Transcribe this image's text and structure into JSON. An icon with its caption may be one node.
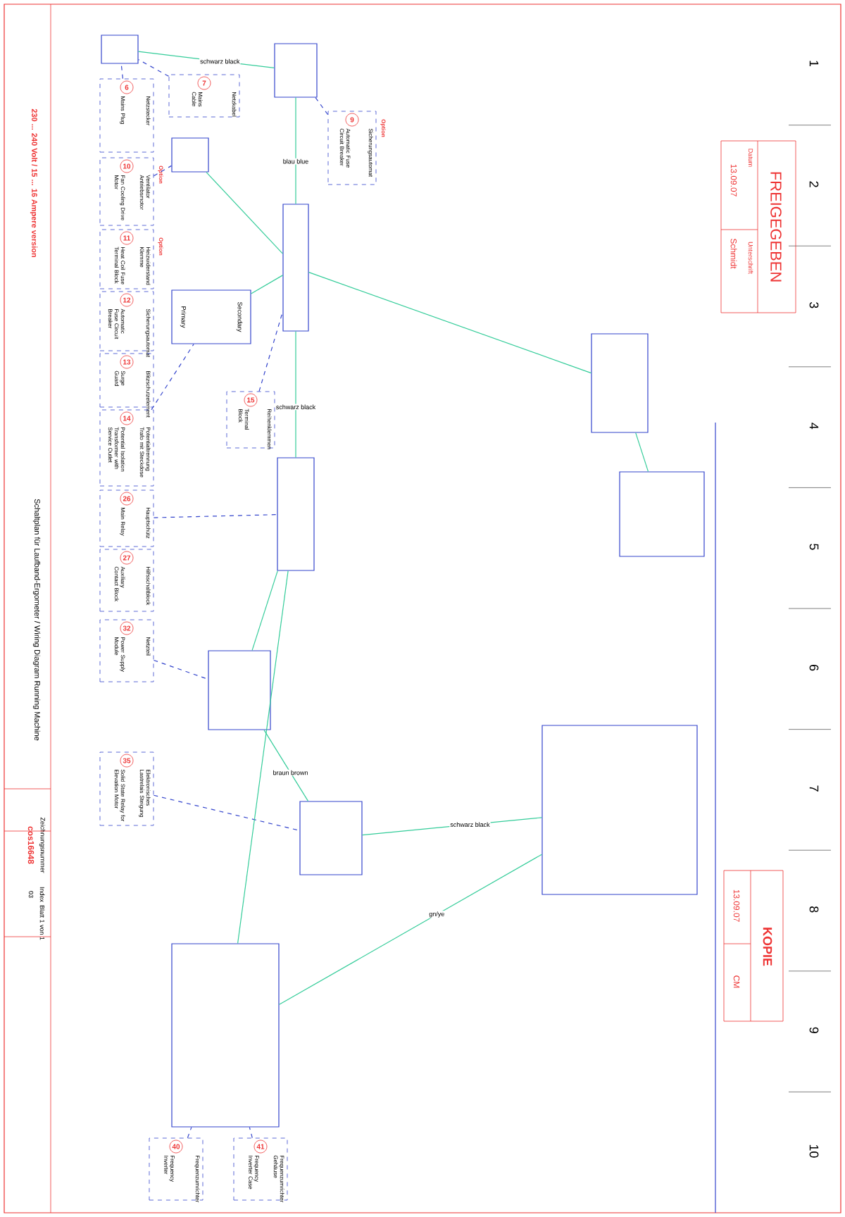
{
  "diagram": {
    "title": "Schaltplan für Laufband-Ergometer / Wiring Diagram Running Machine",
    "nodes": [
      {
        "text": [
          "6",
          "Netzstecker",
          "Mains Plug"
        ]
      },
      {
        "text": [
          "7",
          "Netzkabel",
          "Mains Cable"
        ]
      },
      {
        "text": [
          "9",
          "Sicherungsautomat",
          "Automatic Fuse Circuit Breaker"
        ]
      },
      {
        "text": [
          "10",
          "Ventilator Antriebsmotor",
          "Fan Cooling Drive Motor"
        ]
      },
      {
        "text": [
          "11",
          "Heizwiderstand Klemme",
          "Heat Coil Fuse Terminal Block"
        ]
      },
      {
        "text": [
          "12",
          "Sicherungsautomat",
          "Automatic Fuse Circuit Breaker"
        ]
      },
      {
        "text": [
          "13",
          "Blitzschutzelement",
          "Surge Guard"
        ]
      },
      {
        "text": [
          "14",
          "Potentialtrennung Trafo mit Steckdose",
          "Potential Isolation Transformer with Service Outlet"
        ]
      },
      {
        "text": [
          "15",
          "Reihenklemmen",
          "Terminal Block"
        ]
      },
      {
        "text": [
          "26",
          "Hauptschütz",
          "Main Relay"
        ]
      },
      {
        "text": [
          "27",
          "Hilfsschaltblock",
          "Auxiliary Contact Block"
        ]
      },
      {
        "text": [
          "32",
          "Netzteil",
          "Power Supply Module"
        ]
      },
      {
        "text": [
          "35",
          "Elektronisches Lastrelais Steigung",
          "Solid State Relay for Elevation Motor"
        ]
      },
      {
        "text": [
          "40",
          "Frequenzumrichter",
          "Frequency Inverter"
        ]
      },
      {
        "text": [
          "41",
          "Frequenzumrichter Gehäuse",
          "Frequency Inverter Case"
        ]
      },
      {
        "text": [],
        "shape": "box"
      },
      {
        "text": [],
        "shape": "box"
      },
      {
        "text": [],
        "shape": "box"
      },
      {
        "text": [],
        "shape": "box"
      },
      {
        "text": [
          "Secondary",
          "Primary"
        ]
      },
      {
        "text": [],
        "shape": "box"
      },
      {
        "text": [],
        "shape": "box"
      },
      {
        "text": [],
        "shape": "box"
      },
      {
        "text": [],
        "shape": "box"
      },
      {
        "text": [],
        "shape": "box"
      },
      {
        "text": [],
        "shape": "box"
      },
      {
        "text": [],
        "shape": "box"
      }
    ],
    "edges": [
      {
        "from": 0,
        "to": 15,
        "arrow": "none",
        "style": "dashed",
        "color": "#3344cc"
      },
      {
        "from": 1,
        "to": 15,
        "arrow": "none",
        "style": "dashed",
        "color": "#3344cc"
      },
      {
        "from": 2,
        "to": 16,
        "arrow": "none",
        "style": "dashed",
        "color": "#3344cc"
      },
      {
        "from": 3,
        "to": 18,
        "arrow": "none",
        "style": "dashed",
        "color": "#3344cc"
      },
      {
        "from": 7,
        "to": 19,
        "arrow": "none",
        "style": "dashed",
        "color": "#3344cc"
      },
      {
        "from": 8,
        "to": 17,
        "arrow": "none",
        "style": "dashed",
        "color": "#3344cc"
      },
      {
        "from": 9,
        "to": 20,
        "arrow": "none",
        "style": "dashed",
        "color": "#3344cc"
      },
      {
        "from": 11,
        "to": 21,
        "arrow": "none",
        "style": "dashed",
        "color": "#3344cc"
      },
      {
        "from": 12,
        "to": 22,
        "arrow": "none",
        "style": "dashed",
        "color": "#3344cc"
      },
      {
        "from": 13,
        "to": 23,
        "arrow": "none",
        "style": "dashed",
        "color": "#3344cc"
      },
      {
        "from": 14,
        "to": 23,
        "arrow": "none",
        "style": "dashed",
        "color": "#3344cc"
      },
      {
        "from": 15,
        "to": 16,
        "arrow": "none",
        "label": "schwarz black"
      },
      {
        "from": 16,
        "to": 17,
        "arrow": "none",
        "label": "blau blue"
      },
      {
        "from": 18,
        "to": 17,
        "arrow": "none"
      },
      {
        "from": 17,
        "to": 19,
        "arrow": "none"
      },
      {
        "from": 17,
        "to": 20,
        "arrow": "none",
        "label": "schwarz black"
      },
      {
        "from": 20,
        "to": 21,
        "arrow": "none"
      },
      {
        "from": 21,
        "to": 22,
        "arrow": "none",
        "label": "braun brown"
      },
      {
        "from": 22,
        "to": 24,
        "arrow": "none",
        "label": "schwarz black"
      },
      {
        "from": 20,
        "to": 23,
        "arrow": "none"
      },
      {
        "from": 17,
        "to": 25,
        "arrow": "none"
      },
      {
        "from": 25,
        "to": 26,
        "arrow": "none"
      },
      {
        "from": 23,
        "to": 24,
        "arrow": "none",
        "label": "gn/ye"
      }
    ],
    "labels": [
      "1",
      "2",
      "3",
      "4",
      "5",
      "6",
      "7",
      "8",
      "9",
      "10",
      "FREIGEGEBEN",
      "Datum",
      "13.09.07",
      "Unterschrift",
      "Schmidt",
      "KOPIE",
      "13.09.07",
      "CM",
      "230 ... 240 Volt / 15 ... 16 Ampere version",
      "Zeichnungsnummer",
      "cos16648",
      "Index",
      "03",
      "Blatt 1 von 1",
      "Option",
      "Option",
      "Option"
    ]
  }
}
